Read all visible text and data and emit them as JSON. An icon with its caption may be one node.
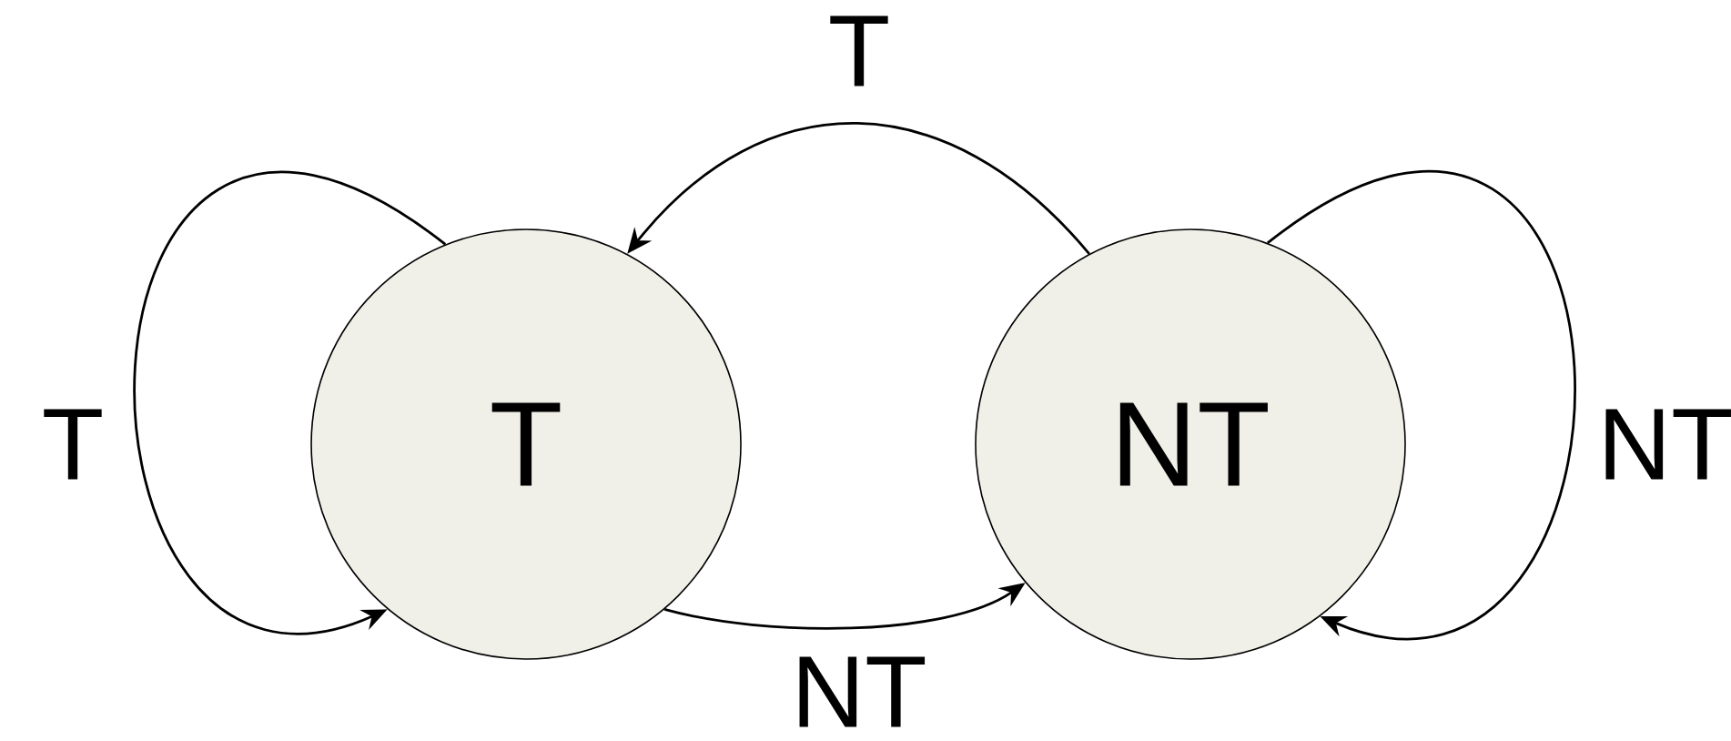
{
  "diagram": {
    "nodes": [
      {
        "text": [
          "T"
        ]
      },
      {
        "text": [
          "NT"
        ]
      }
    ],
    "edges": [
      {
        "from": 0,
        "to": 0,
        "arrow": "to",
        "label": "T"
      },
      {
        "from": 1,
        "to": 0,
        "arrow": "to",
        "label": "T"
      },
      {
        "from": 0,
        "to": 1,
        "arrow": "to",
        "label": "NT"
      },
      {
        "from": 1,
        "to": 1,
        "arrow": "to",
        "label": "NT"
      }
    ]
  }
}
